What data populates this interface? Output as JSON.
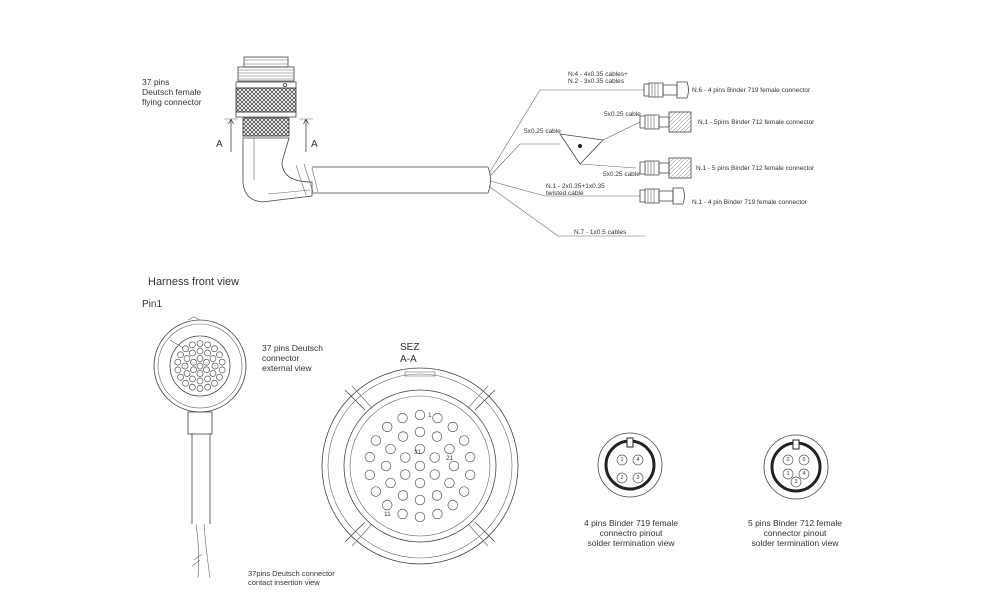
{
  "top": {
    "connector_label": [
      "37 pins",
      "Deutsch female",
      "flying connector"
    ],
    "section_marker": "A",
    "branch_n4": [
      "N.4 - 4x0.35 cables+",
      "N.2 - 3x0.35 cables"
    ],
    "label_n6": "N.6 - 4 pins Binder 719 female connector",
    "splitter_in": "5x0.25 cable",
    "splitter_out_top": "5x0.25 cable",
    "splitter_out_bottom": "5x0.25 cable",
    "label_712_top": "N.1 - 5pins Binder 712 female connector",
    "label_712_bottom": "N.1 - 5 pins Binder 712 female connector",
    "branch_n1": [
      "N.1 - 2x0.35+1x0.35",
      "twisted cable"
    ],
    "label_719_bottom": "N.1 - 4 pin Binder 719 female connector",
    "branch_n7": "N.7 - 1x0.5 cables"
  },
  "harness": {
    "title": "Harness front view",
    "pin1": "Pin1",
    "external_view": [
      "37 pins Deutsch",
      "connector",
      "external view"
    ],
    "insertion_view": [
      "37pins Deutsch connector",
      "contact insertion view"
    ]
  },
  "section": {
    "title": [
      "SEZ",
      "A-A"
    ],
    "pin_labels": {
      "p1": "1",
      "p11": "11",
      "p21": "21",
      "p31": "31"
    }
  },
  "binder719": {
    "pins": [
      "1",
      "2",
      "3",
      "4"
    ],
    "caption": [
      "4 pins Binder 719 female",
      "connectro pinout",
      "solder termination view"
    ]
  },
  "binder712": {
    "pins": [
      "1",
      "2",
      "3",
      "4",
      "5"
    ],
    "caption": [
      "5 pins Binder 712 female",
      "connector pinout",
      "solder termination view"
    ]
  }
}
